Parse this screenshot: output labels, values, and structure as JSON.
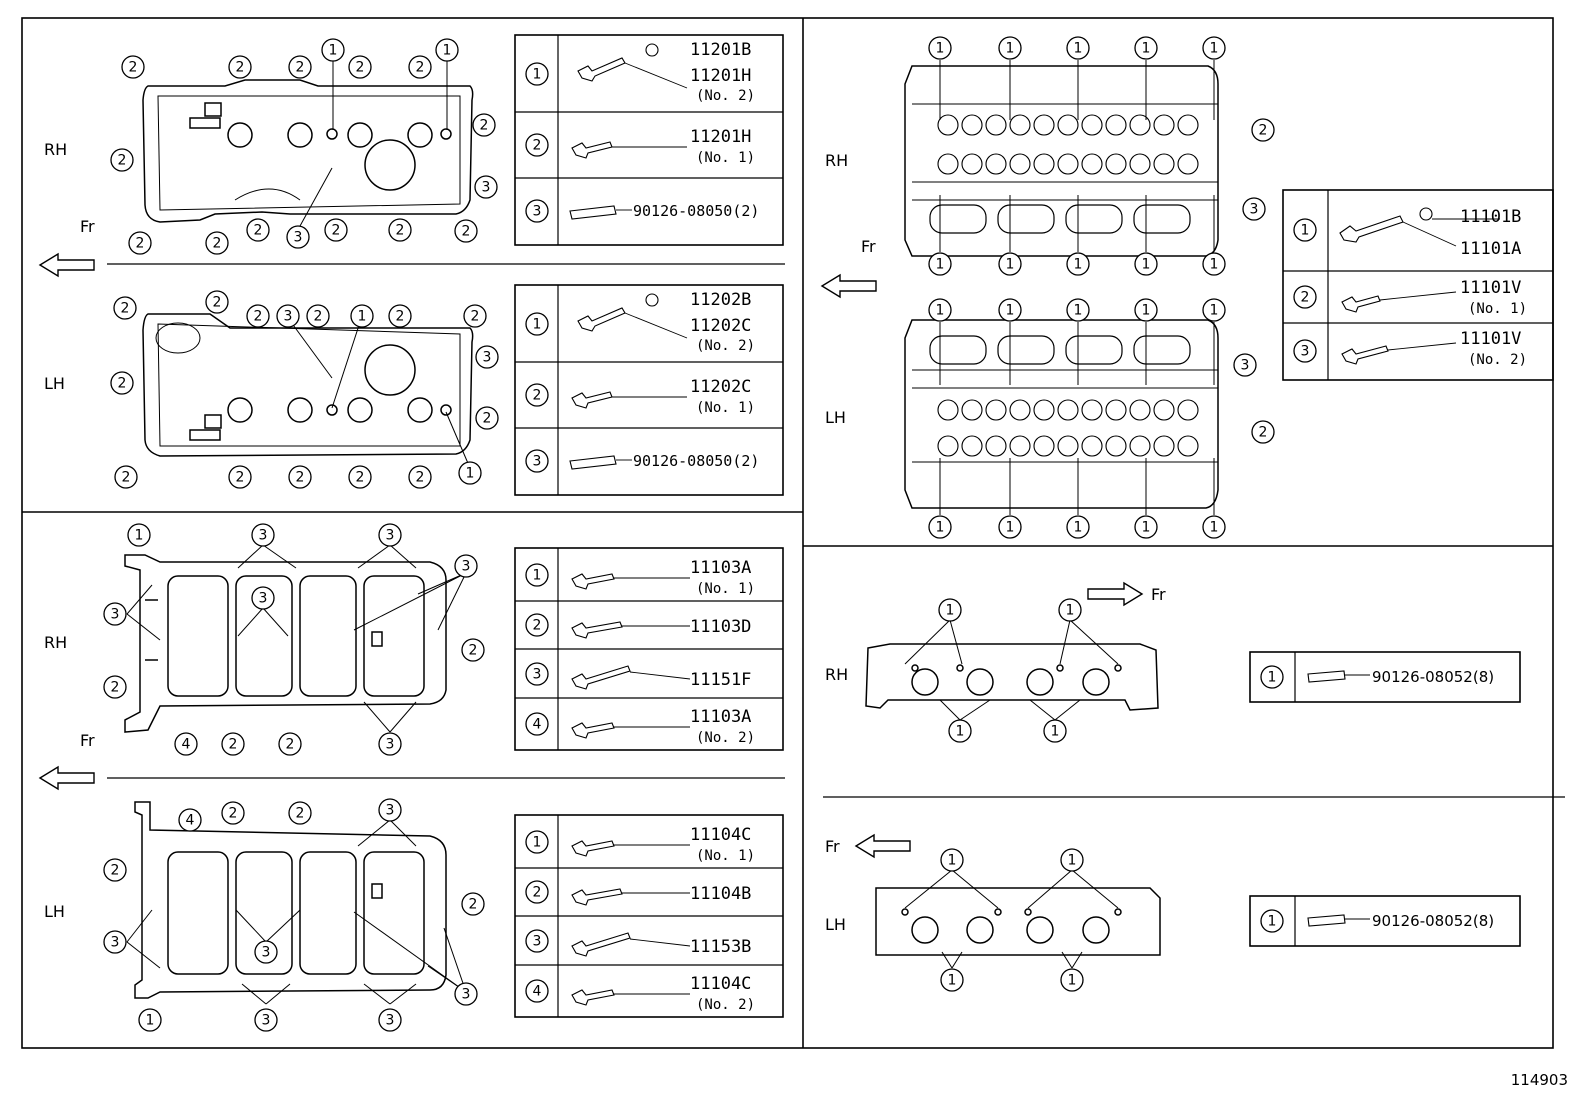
{
  "labels": {
    "rh": "RH",
    "lh": "LH",
    "fr": "Fr"
  },
  "callouts": {
    "one": "1",
    "two": "2",
    "three": "3",
    "four": "4"
  },
  "cover_rh_table": {
    "row1_pn_a": "11201B",
    "row1_pn_b": "11201H",
    "row1_sub": "(No. 2)",
    "row2_pn": "11201H",
    "row2_sub": "(No. 1)",
    "row3_pn": "90126-08050(2)"
  },
  "cover_lh_table": {
    "row1_pn_a": "11202B",
    "row1_pn_b": "11202C",
    "row1_sub": "(No. 2)",
    "row2_pn": "11202C",
    "row2_sub": "(No. 1)",
    "row3_pn": "90126-08050(2)"
  },
  "lower_rh_table": {
    "row1_pn": "11103A",
    "row1_sub": "(No. 1)",
    "row2_pn": "11103D",
    "row3_pn": "11151F",
    "row4_pn": "11103A",
    "row4_sub": "(No. 2)"
  },
  "lower_lh_table": {
    "row1_pn": "11104C",
    "row1_sub": "(No. 1)",
    "row2_pn": "11104B",
    "row3_pn": "11153B",
    "row4_pn": "11104C",
    "row4_sub": "(No. 2)"
  },
  "head_table": {
    "row1_pn_a": "11101B",
    "row1_pn_b": "11101A",
    "row2_pn": "11101V",
    "row2_sub": "(No. 1)",
    "row3_pn": "11101V",
    "row3_sub": "(No. 2)"
  },
  "exhaust_table": {
    "stud_pn": "90126-08052(8)"
  },
  "figure_id": "114903"
}
